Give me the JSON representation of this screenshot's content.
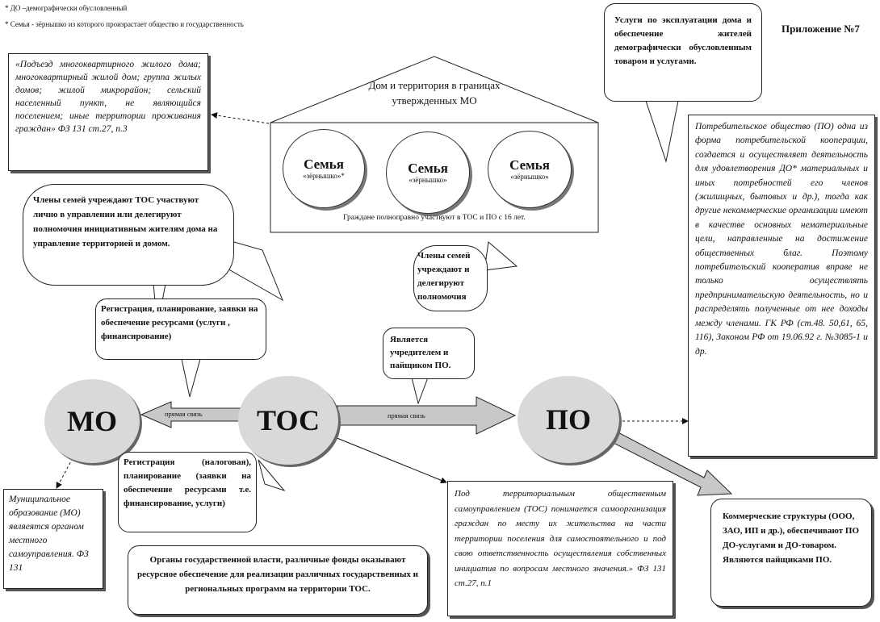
{
  "top_notes": {
    "note1": "* ДО –демографически обусловленный",
    "note2": "* Семья - зёрнышко из которого произрастает общество и государственность"
  },
  "appendix": "Приложение №7",
  "house": {
    "title": "Дом и территория в границах утвержденных МО",
    "footer": "Граждане полноправно участвуют в ТОС и ПО с 16 лет."
  },
  "families": [
    {
      "word": "Семья",
      "sub": "«зёрнышко»*"
    },
    {
      "word": "Семья",
      "sub": "«зёрнышко»"
    },
    {
      "word": "Семья",
      "sub": "«зёрнышко»"
    }
  ],
  "callouts": {
    "entrance": "«Подъезд многоквартирного жилого дома; многоквартирный жилой дом; группа жилых домов; жилой микрорайон; сельский населенный пункт, не являющийся поселением; иные территории проживания граждан» ФЗ 131 ст.27, п.3",
    "services": "Услуги по эксплуатации дома и обеспечение жителей демографически обусловленным товаром и услугами.",
    "members_tos": "Члены семей учреждают ТОС участвуют лично в управлении или делегируют полномочия инициативным жителям дома на управление территорией и домом.",
    "members_delegate": "Члены семей учреждают и делегируют полномочия",
    "registration": "Регистрация, планирование, заявки на обеспечение ресурсами (услуги , финансирование)",
    "founder": "Является учредителем и пайщиком ПО.",
    "tax_registration": "Регистрация (налоговая), планирование (заявки на обеспечение ресурсами т.е. финансирование, услуги)",
    "consumer_society": "Потребительское общество (ПО) одна из форма потребительской кооперации, создается и осуществляет деятельность для удовлетворения ДО* материальных и иных потребностей его членов (жилищных, бытовых и др.), тогда как другие некоммерческие организации имеют в качестве основных нематериальные цели, направленные на достижение общественных благ. Поэтому потребительский кооператив вправе не только осуществлять предпринимательскую деятельность, но и распределять полученные от нее доходы между членами. ГК РФ (ст.48. 50,61, 65, 116), Законом РФ от 19.06.92 г. №3085-1 и др.",
    "municipal": "Муниципальное образование (МО) являеятся органом местного самоуправления. ФЗ 131",
    "tos_definition": "Под территориальным общественным самоуправлением (ТОС) понимается самоорганизация граждан по месту их жительства на части территории поселения для самостоятельного и под свою ответственность осуществления собственных инициатив по вопросам местного значения.» ФЗ 131 ст.27, п.1",
    "state_bodies": "Органы государственной власти, различные фонды оказывают ресурсное обеспечение для реализации различных государственных и региональных программ на территории ТОС.",
    "commercial": "Коммерческие структуры (ООО, ЗАО, ИП и др.), обеспечивают ПО ДО-услугами и ДО-товаром. Являются пайщиками ПО."
  },
  "nodes": {
    "mo": "МО",
    "tos": "ТОС",
    "po": "ПО"
  },
  "arrows": {
    "left_label": "прямая связь",
    "right_label": "прямая связь"
  }
}
